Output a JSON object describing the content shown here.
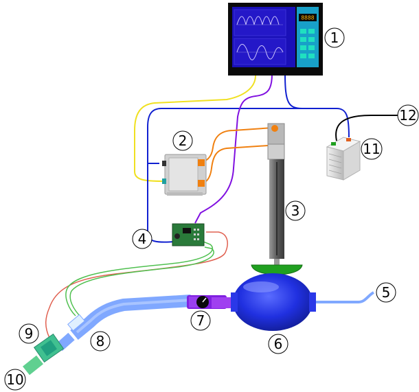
{
  "monitor": {
    "display_text": "8888"
  },
  "callouts": [
    {
      "id": "c1",
      "label": "1"
    },
    {
      "id": "c2",
      "label": "2"
    },
    {
      "id": "c3",
      "label": "3"
    },
    {
      "id": "c4",
      "label": "4"
    },
    {
      "id": "c5",
      "label": "5"
    },
    {
      "id": "c6",
      "label": "6"
    },
    {
      "id": "c7",
      "label": "7"
    },
    {
      "id": "c8",
      "label": "8"
    },
    {
      "id": "c9",
      "label": "9"
    },
    {
      "id": "c10",
      "label": "10"
    },
    {
      "id": "c11",
      "label": "11"
    },
    {
      "id": "c12",
      "label": "12"
    }
  ],
  "colors": {
    "monitor_frame": "#0a0a0a",
    "monitor_screen": "#1a10b8",
    "monitor_panel": "#18a0c8",
    "monitor_buttons": "#20e0c0",
    "wire_yellow": "#f0e020",
    "wire_blue": "#1020d0",
    "wire_purple": "#8010e0",
    "wire_orange": "#f08010",
    "wire_black": "#000000",
    "tube_light_blue": "#80a8ff",
    "bag_blue": "#2030e0",
    "pad_green": "#20a020",
    "sensor_green": "#40c090",
    "wire_signal_green": "#50c050",
    "wire_signal_red": "#e06050"
  }
}
